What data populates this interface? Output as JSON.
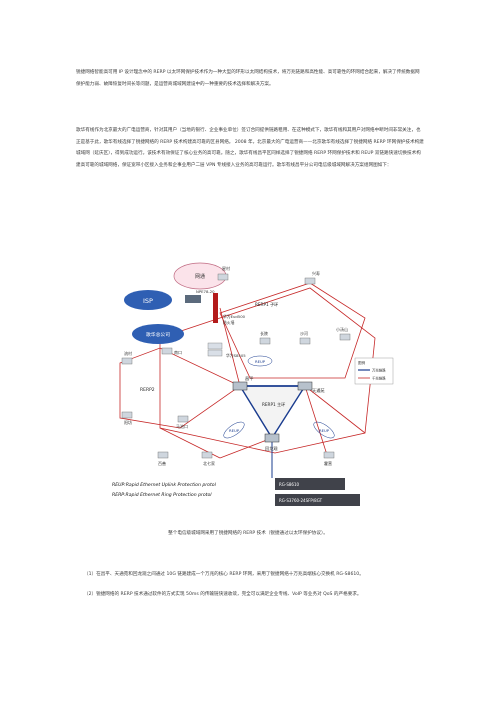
{
  "paragraphs": [
    "锐捷网络智能高可用 IP 设计理念中的 RERP 以太环网保护技术作为一种大型的环形以太网结构技术，将万兆链路和高性能、高可靠性的环网结合起来，解决了传统数据网保护能力弱、故障恢复时间长等问题，是运营商城域网建设中的一种重要的技术选择和解决方案。",
    "歌华有线作为北京最大的广电运营商，针对其用户（当地的银行、企业事业单位）签订合同提供链路租用、在这种模式下，歌华有线和其用户对网络中断时间非常关注，也正是基于此，歌华有线选择了锐捷网络的 RERP 技术构建高可靠的区县网络。 2008 年，北京最大的广电运营商——北京歌华有线选择了锐捷网络 RERP 环网保护技术构建城域网（延庆区），得到成功运行。该技术有效保证了核心业务的高可靠。随之，歌华有线昌平区同样选择了锐捷网络 RERP 环网保护技术和 REUP 双链路快速切换技术构建高可靠的城域网络，保证宽带小区接入业务和企事业用户二层 VPN 专线接入业务的高可靠运行。歌华有线昌平分公司电信级城域网解决方案组网图如下："
  ],
  "caption": "整个电信级城域网采用了锐捷网络的 RERP 技术（锐捷通过以太环保护协议）。",
  "list_items": [
    "（1）在昌平、天通苑和回龙观之间通过 10G 链路建成一个万兆的核心 RERP 环网，采用了锐捷网络十万兆高端核心交换机 RG-S8610。",
    "（2）锐捷网络的 RERP 技术通过软件的方式实现 50ms 的传输链快速收敛，完全可以满足企业专线、VoIP 等业务对 QoS 的严格要求。"
  ],
  "diagram": {
    "cloud_label": "网通",
    "isp_label": "ISP",
    "hq_label": "歌华总公司",
    "npe_label": "NPE78-20",
    "firewall_label": "华为Eud500",
    "firewall_label2": "防火墙",
    "huawei_label": "华为S8505",
    "nodes": {
      "xingshou": "星村",
      "yanshou": "兴寿",
      "liyu": "长陵",
      "xiaotangshan": "小汤山",
      "shahe": "沙河",
      "nankou": "南口",
      "yangfang": "阳坊",
      "liulin": "流村",
      "changping": "昌平",
      "tiantongyuan": "天通苑",
      "huilongguan": "回龙观",
      "machikou": "马池口",
      "baishan": "百善",
      "beiqijia": "北七家",
      "dongxiaokou": "东小口",
      "tiantong2": "天通苑北",
      "gaoliying": "霍营"
    },
    "ring_labels": {
      "rerp1_sub": "RERP1\n子环",
      "rerp2": "RERP2",
      "rerp1_main": "RERP1\n主环",
      "reup1": "REUP",
      "reup2": "REUP",
      "reup3": "REUP"
    },
    "legend": {
      "title": "图例",
      "item1": "万兆链路",
      "item2": "千兆链路"
    },
    "access_label": "回龙观",
    "device_labels": {
      "core": "RG-S8610",
      "access": "RG-S3760-24SFP/8GT"
    },
    "protocol_notes": [
      "REUP:Rapid Ethernet Uplink Protection protol",
      "RERP:Rapid Ethernet Ring Protection protol"
    ]
  }
}
